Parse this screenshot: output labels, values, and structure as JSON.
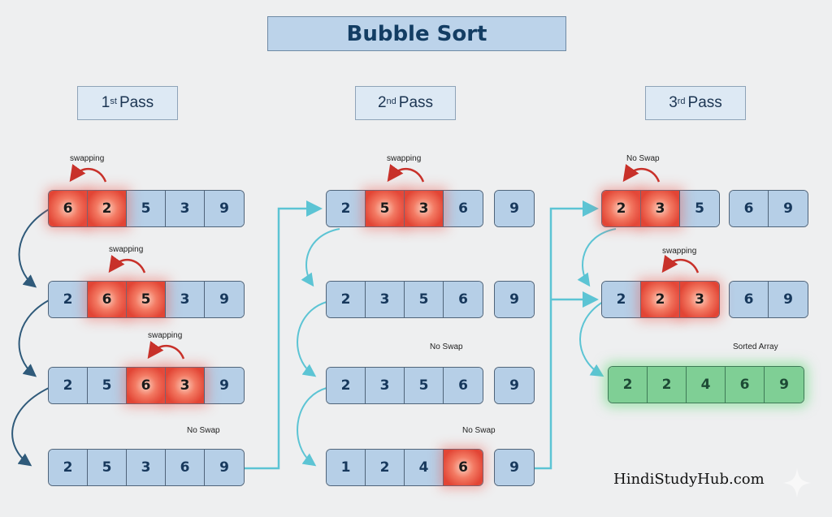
{
  "title": "Bubble Sort",
  "passes": [
    {
      "num": "1",
      "suffix": "st",
      "word": "Pass"
    },
    {
      "num": "2",
      "suffix": "nd",
      "word": "Pass"
    },
    {
      "num": "3",
      "suffix": "rd",
      "word": "Pass"
    }
  ],
  "pass1": {
    "rows": [
      {
        "label": "swapping",
        "values": [
          "6",
          "2",
          "5",
          "3",
          "9"
        ],
        "highlight": [
          0,
          1
        ]
      },
      {
        "label": "swapping",
        "values": [
          "2",
          "6",
          "5",
          "3",
          "9"
        ],
        "highlight": [
          1,
          2
        ]
      },
      {
        "label": "swapping",
        "values": [
          "2",
          "5",
          "6",
          "3",
          "9"
        ],
        "highlight": [
          2,
          3
        ]
      },
      {
        "label": "No Swap",
        "values": [
          "2",
          "5",
          "3",
          "6",
          "9"
        ],
        "highlight": []
      }
    ]
  },
  "pass2": {
    "rows": [
      {
        "label": "swapping",
        "values": [
          "2",
          "5",
          "3",
          "6"
        ],
        "sorted": [
          "9"
        ],
        "highlight": [
          1,
          2
        ]
      },
      {
        "label": "",
        "values": [
          "2",
          "3",
          "5",
          "6"
        ],
        "sorted": [
          "9"
        ],
        "highlight": []
      },
      {
        "label": "No Swap",
        "values": [
          "2",
          "3",
          "5",
          "6"
        ],
        "sorted": [
          "9"
        ],
        "highlight": []
      },
      {
        "label": "No Swap",
        "values": [
          "1",
          "2",
          "4",
          "6"
        ],
        "sorted": [
          "9"
        ],
        "highlight": [
          3
        ]
      }
    ]
  },
  "pass3": {
    "rows": [
      {
        "label": "No Swap",
        "values": [
          "2",
          "3",
          "5"
        ],
        "sorted": [
          "6",
          "9"
        ],
        "highlight": [
          0,
          1
        ]
      },
      {
        "label": "swapping",
        "values": [
          "2",
          "2",
          "3"
        ],
        "sorted": [
          "6",
          "9"
        ],
        "highlight": [
          1,
          2
        ]
      }
    ],
    "final": {
      "label": "Sorted Array",
      "values": [
        "2",
        "2",
        "4",
        "6",
        "9"
      ]
    }
  },
  "watermark": "HindiStudyHub.com",
  "colors": {
    "cell": "#b6cfe7",
    "highlight": "#e24535",
    "sorted": "#7fcf95",
    "pass1_arrow": "#2f5a7a",
    "flow_arrow": "#5cc4d4",
    "swap_arrow": "#c8312a"
  }
}
